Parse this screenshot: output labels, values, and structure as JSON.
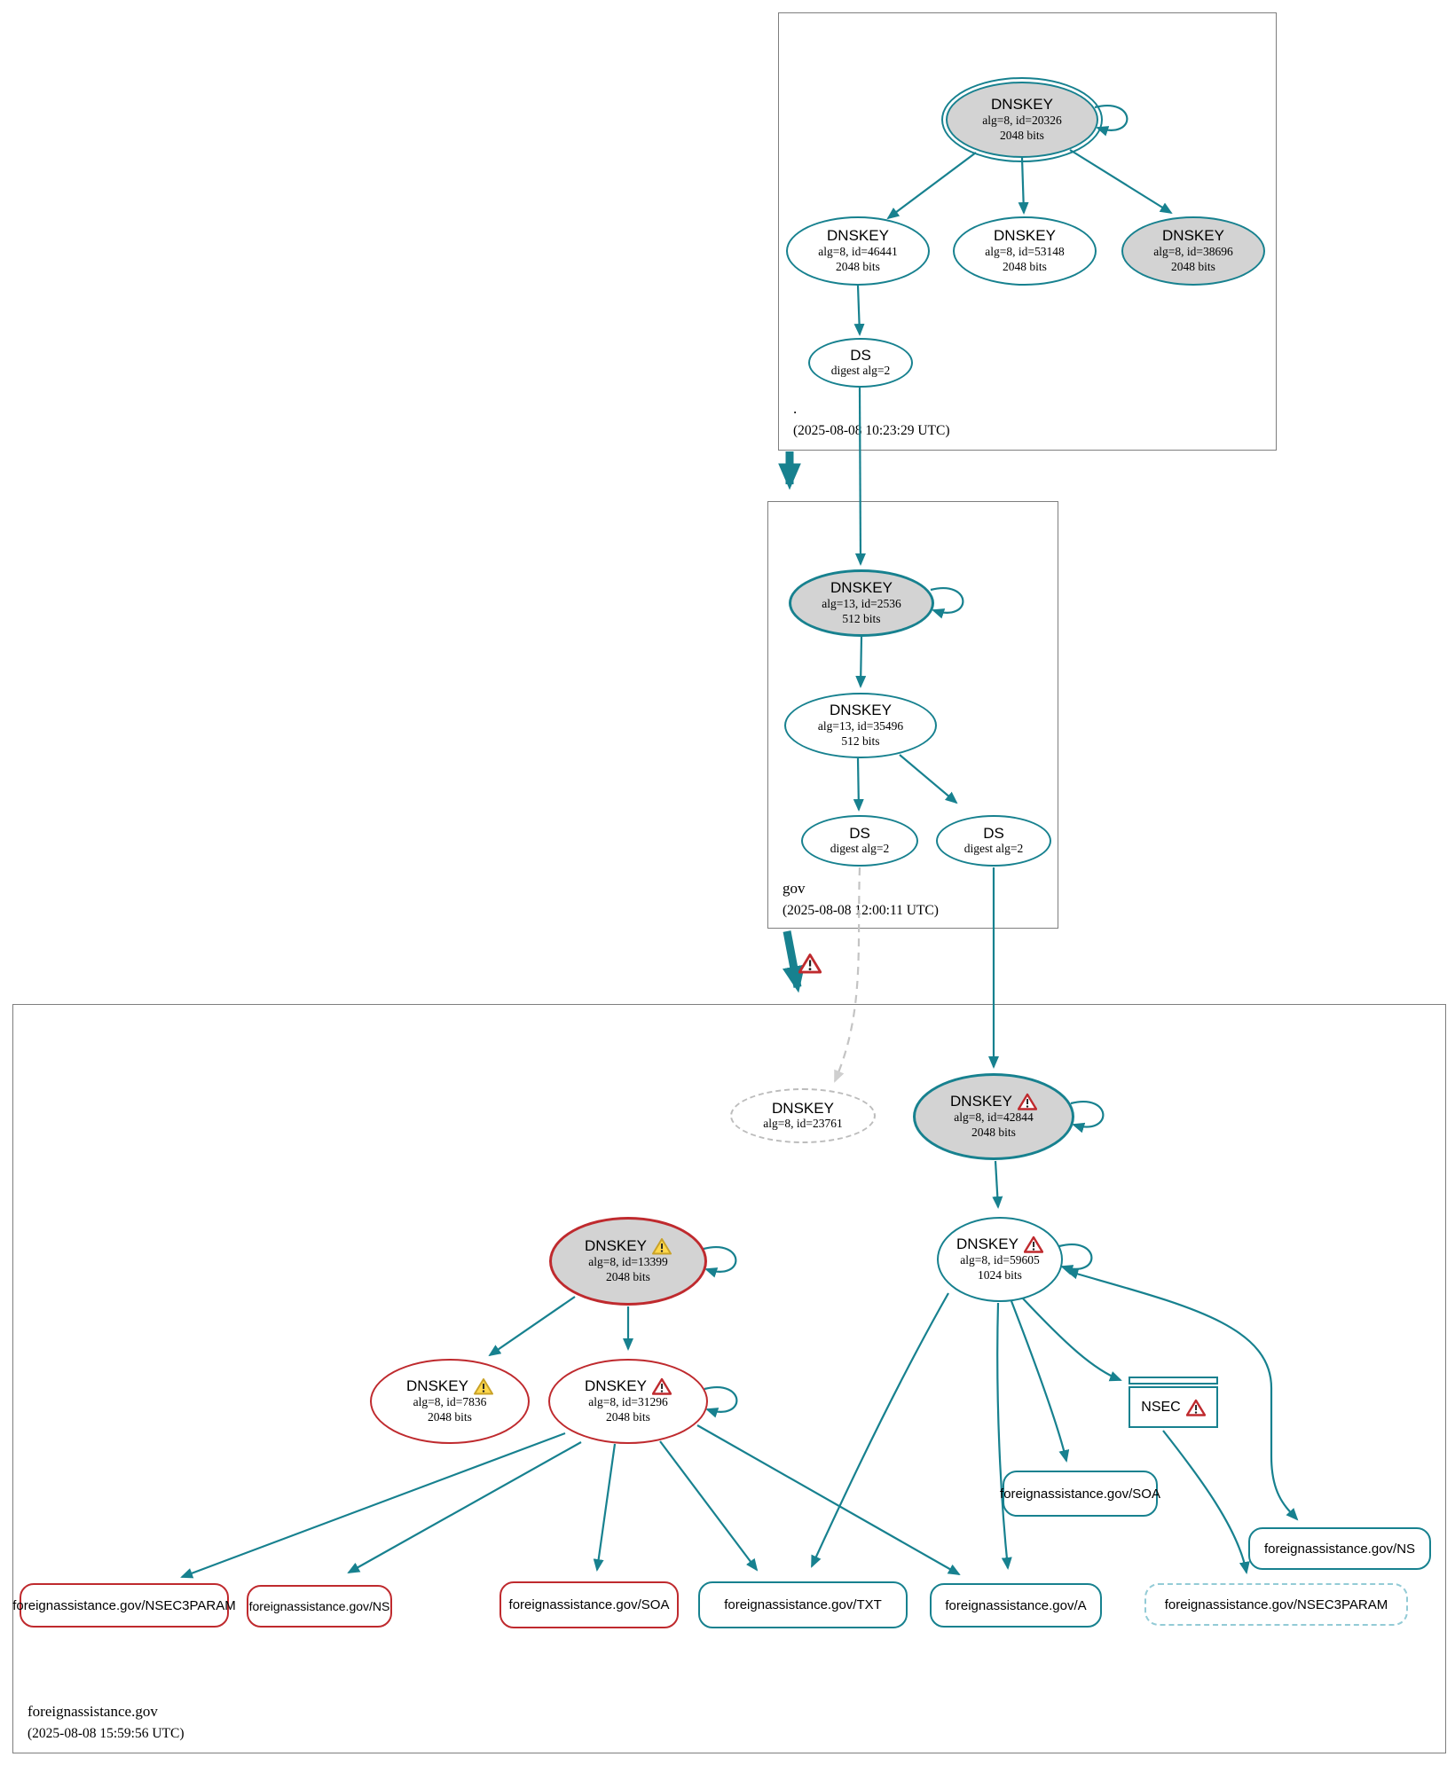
{
  "colors": {
    "edge_teal": "#17818f",
    "error_red": "#bf2a2e",
    "warning_yellow": "#ffd84d",
    "key_fill_gray": "#d3d3d3",
    "insecure_dash_gray": "#bcbcbc",
    "optout_dash_teal": "#93cbd6",
    "zone_box_border": "#7e7e7e"
  },
  "zones": {
    "root": {
      "name": ".",
      "timestamp": "(2025-08-08 10:23:29 UTC)"
    },
    "gov": {
      "name": "gov",
      "timestamp": "(2025-08-08 12:00:11 UTC)"
    },
    "foreignassistance": {
      "name": "foreignassistance.gov",
      "timestamp": "(2025-08-08 15:59:56 UTC)"
    }
  },
  "nodes": {
    "root_ksk_20326": {
      "title": "DNSKEY",
      "detail1": "alg=8, id=20326",
      "detail2": "2048 bits"
    },
    "root_zsk_46441": {
      "title": "DNSKEY",
      "detail1": "alg=8, id=46441",
      "detail2": "2048 bits"
    },
    "root_zsk_53148": {
      "title": "DNSKEY",
      "detail1": "alg=8, id=53148",
      "detail2": "2048 bits"
    },
    "root_key_38696": {
      "title": "DNSKEY",
      "detail1": "alg=8, id=38696",
      "detail2": "2048 bits"
    },
    "root_ds": {
      "title": "DS",
      "detail1": "digest alg=2"
    },
    "gov_ksk_2536": {
      "title": "DNSKEY",
      "detail1": "alg=13, id=2536",
      "detail2": "512 bits"
    },
    "gov_zsk_35496": {
      "title": "DNSKEY",
      "detail1": "alg=13, id=35496",
      "detail2": "512 bits"
    },
    "gov_ds_1": {
      "title": "DS",
      "detail1": "digest alg=2"
    },
    "gov_ds_2": {
      "title": "DS",
      "detail1": "digest alg=2"
    },
    "fa_dnskey_23761": {
      "title": "DNSKEY",
      "detail1": "alg=8, id=23761"
    },
    "fa_dnskey_42844": {
      "title": "DNSKEY",
      "detail1": "alg=8, id=42844",
      "detail2": "2048 bits",
      "status": "error"
    },
    "fa_dnskey_59605": {
      "title": "DNSKEY",
      "detail1": "alg=8, id=59605",
      "detail2": "1024 bits",
      "status": "error"
    },
    "fa_dnskey_13399": {
      "title": "DNSKEY",
      "detail1": "alg=8, id=13399",
      "detail2": "2048 bits",
      "status": "warning"
    },
    "fa_dnskey_7836": {
      "title": "DNSKEY",
      "detail1": "alg=8, id=7836",
      "detail2": "2048 bits",
      "status": "warning"
    },
    "fa_dnskey_31296": {
      "title": "DNSKEY",
      "detail1": "alg=8, id=31296",
      "detail2": "2048 bits",
      "status": "error"
    },
    "fa_nsec": {
      "title": "NSEC",
      "status": "error"
    },
    "rr_soa": {
      "label": "foreignassistance.gov/SOA"
    },
    "rr_ns": {
      "label": "foreignassistance.gov/NS"
    },
    "rr_nsec3param_dashed": {
      "label": "foreignassistance.gov/NSEC3PARAM"
    },
    "rr_nsec3param_red": {
      "label": "foreignassistance.gov/NSEC3PARAM"
    },
    "rr_ns_red": {
      "label": "foreignassistance.gov/NS"
    },
    "rr_soa_red": {
      "label": "foreignassistance.gov/SOA"
    },
    "rr_txt": {
      "label": "foreignassistance.gov/TXT"
    },
    "rr_a": {
      "label": "foreignassistance.gov/A"
    }
  },
  "delegation": {
    "gov_to_foreignassistance_status": "error"
  }
}
